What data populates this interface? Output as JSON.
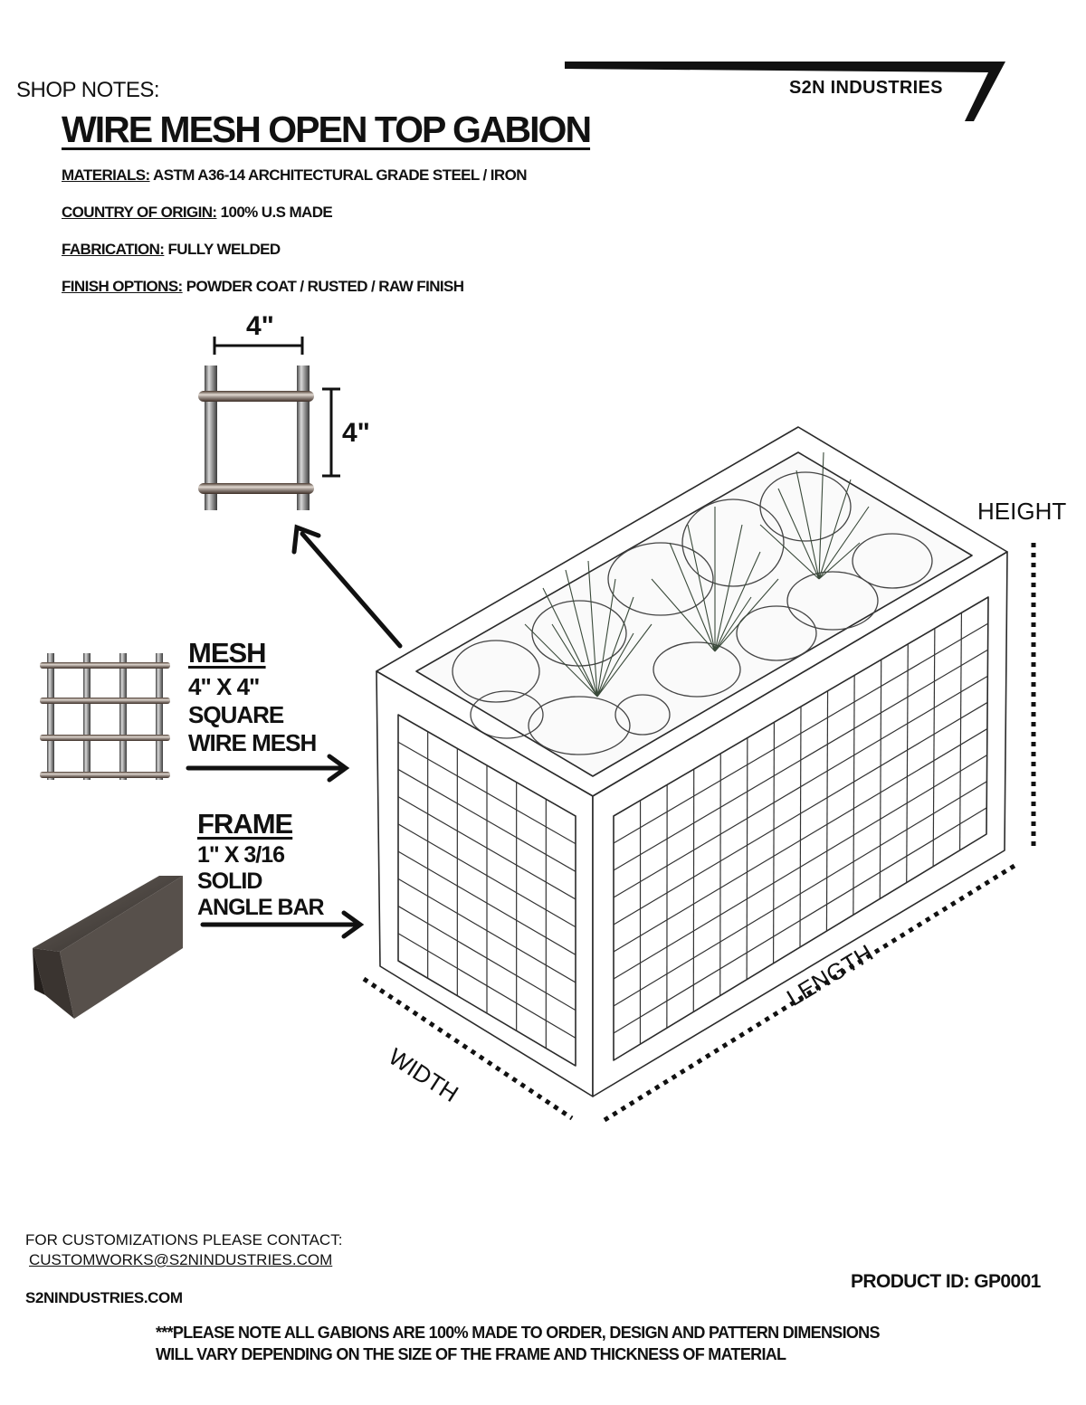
{
  "header": {
    "shop_notes": "SHOP NOTES:",
    "title": "WIRE MESH OPEN TOP GABION",
    "brand": "S2N INDUSTRIES"
  },
  "specs": [
    {
      "label": "MATERIALS:",
      "value": " ASTM A36-14 ARCHITECTURAL GRADE STEEL / IRON"
    },
    {
      "label": "COUNTRY OF ORIGIN:",
      "value": " 100% U.S MADE"
    },
    {
      "label": "FABRICATION:",
      "value": " FULLY WELDED"
    },
    {
      "label": "FINISH OPTIONS:",
      "value": " POWDER COAT /  RUSTED / RAW FINISH"
    }
  ],
  "mesh_detail": {
    "width_label": "4\"",
    "height_label": "4\""
  },
  "mesh_callout": {
    "title": "MESH",
    "lines": [
      "4\" X 4\"",
      "SQUARE",
      "WIRE MESH"
    ]
  },
  "frame_callout": {
    "title": "FRAME",
    "lines": [
      "1\" X 3/16",
      "SOLID",
      "ANGLE BAR"
    ]
  },
  "dimensions": {
    "height": "HEIGHT",
    "length": "LENGTH",
    "width": "WIDTH"
  },
  "footer": {
    "contact_line": "FOR CUSTOMIZATIONS PLEASE CONTACT:",
    "email": "CUSTOMWORKS@S2NINDUSTRIES.COM",
    "website": "S2NINDUSTRIES.COM",
    "product_id": "PRODUCT ID: GP0001",
    "disclaimer_1": "***PLEASE NOTE ALL GABIONS ARE 100% MADE TO ORDER, DESIGN AND PATTERN DIMENSIONS",
    "disclaimer_2": "WILL VARY DEPENDING ON THE SIZE OF THE FRAME AND THICKNESS OF MATERIAL"
  }
}
